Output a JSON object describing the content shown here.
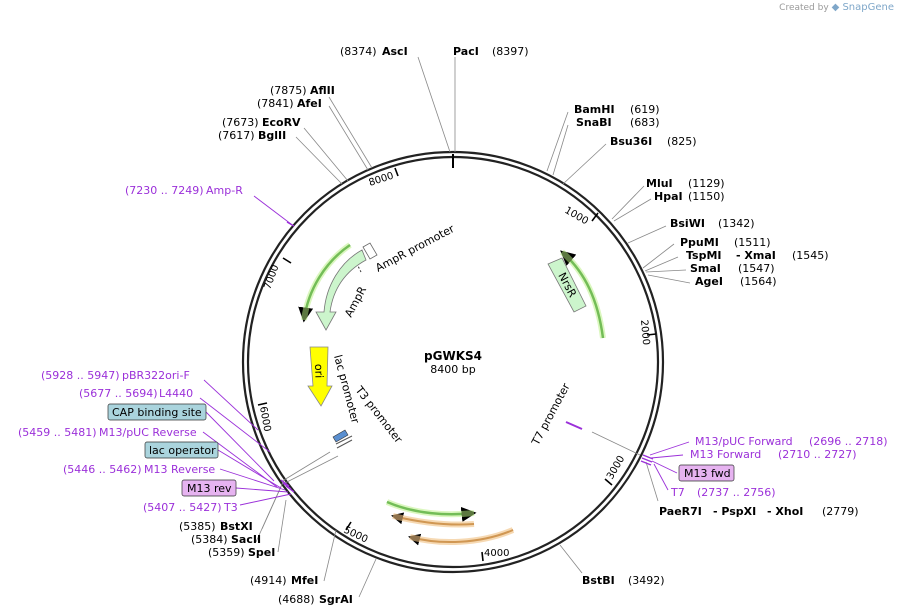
{
  "credit": {
    "prefix": "Created by",
    "brand": "SnapGene"
  },
  "plasmid": {
    "name": "pGWKS4",
    "size": "8400 bp"
  },
  "ticks": [
    "1000",
    "2000",
    "3000",
    "4000",
    "5000",
    "6000",
    "7000",
    "8000"
  ],
  "enzymes": {
    "asci": {
      "name": "AscI",
      "pos": "(8374)"
    },
    "paci": {
      "name": "PacI",
      "pos": "(8397)"
    },
    "aflii": {
      "name": "AflII",
      "pos": "(7875)"
    },
    "afei": {
      "name": "AfeI",
      "pos": "(7841)"
    },
    "ecorv": {
      "name": "EcoRV",
      "pos": "(7673)"
    },
    "bglii": {
      "name": "BglII",
      "pos": "(7617)"
    },
    "bamhi": {
      "name": "BamHI",
      "pos": "(619)"
    },
    "snabi": {
      "name": "SnaBI",
      "pos": "(683)"
    },
    "bsu36i": {
      "name": "Bsu36I",
      "pos": "(825)"
    },
    "mlui": {
      "name": "MluI",
      "pos": "(1129)"
    },
    "hpai": {
      "name": "HpaI",
      "pos": "(1150)"
    },
    "bsiwi": {
      "name": "BsiWI",
      "pos": "(1342)"
    },
    "ppumi": {
      "name": "PpuMI",
      "pos": "(1511)"
    },
    "tspmi": {
      "name": "TspMI",
      "alt": "- XmaI",
      "pos": "(1545)"
    },
    "smai": {
      "name": "SmaI",
      "pos": "(1547)"
    },
    "agei": {
      "name": "AgeI",
      "pos": "(1564)"
    },
    "paer7i": {
      "name": "PaeR7I",
      "alt1": "- PspXI",
      "alt2": "- XhoI",
      "pos": "(2779)"
    },
    "bstbi": {
      "name": "BstBI",
      "pos": "(3492)"
    },
    "bstxi": {
      "name": "BstXI",
      "pos": "(5385)"
    },
    "sacii": {
      "name": "SacII",
      "pos": "(5384)"
    },
    "spei": {
      "name": "SpeI",
      "pos": "(5359)"
    },
    "mfei": {
      "name": "MfeI",
      "pos": "(4914)"
    },
    "sgrai": {
      "name": "SgrAI",
      "pos": "(4688)"
    }
  },
  "features_right": {
    "m13puc_fwd": "M13/pUC Forward",
    "m13puc_fwd_pos": "(2696 .. 2718)",
    "m13_forward": "M13 Forward",
    "m13_forward_pos": "(2710 .. 2727)",
    "m13_fwd_box": "M13 fwd",
    "t7": "T7",
    "t7_pos": "(2737 .. 2756)"
  },
  "features_left": {
    "ampr_site_pos": "(7230 .. 7249)",
    "ampr_site": "Amp-R",
    "pbr_pos": "(5928 .. 5947)",
    "pbr": "pBR322ori-F",
    "l4440_pos": "(5677 .. 5694)",
    "l4440": "L4440",
    "cap_box": "CAP binding site",
    "m13puc_rev_pos": "(5459 .. 5481)",
    "m13puc_rev": "M13/pUC Reverse",
    "lac_op_box": "lac operator",
    "m13_reverse_pos": "(5446 .. 5462)",
    "m13_reverse": "M13 Reverse",
    "m13_rev_box": "M13 rev",
    "t3_pos": "(5407 .. 5427)",
    "t3": "T3"
  },
  "inner_labels": {
    "ampr_promoter": "AmpR promoter",
    "ampr": "AmpR",
    "ori": "ori",
    "lac_promoter": "lac promoter",
    "t3_promoter": "T3 promoter",
    "t7_promoter": "T7 promoter",
    "nrsr": "NrsR"
  },
  "colors": {
    "backbone": "#222222",
    "feature_purple": "#9b30d9",
    "ampr_green": "#ccf5cc",
    "ori_yellow": "#ffff00",
    "orange_arc": "#f0a040",
    "green_arc": "#2e8b2e",
    "cap_box_fill": "#aad4dd",
    "m13_box_fill": "#e6b3f0"
  }
}
